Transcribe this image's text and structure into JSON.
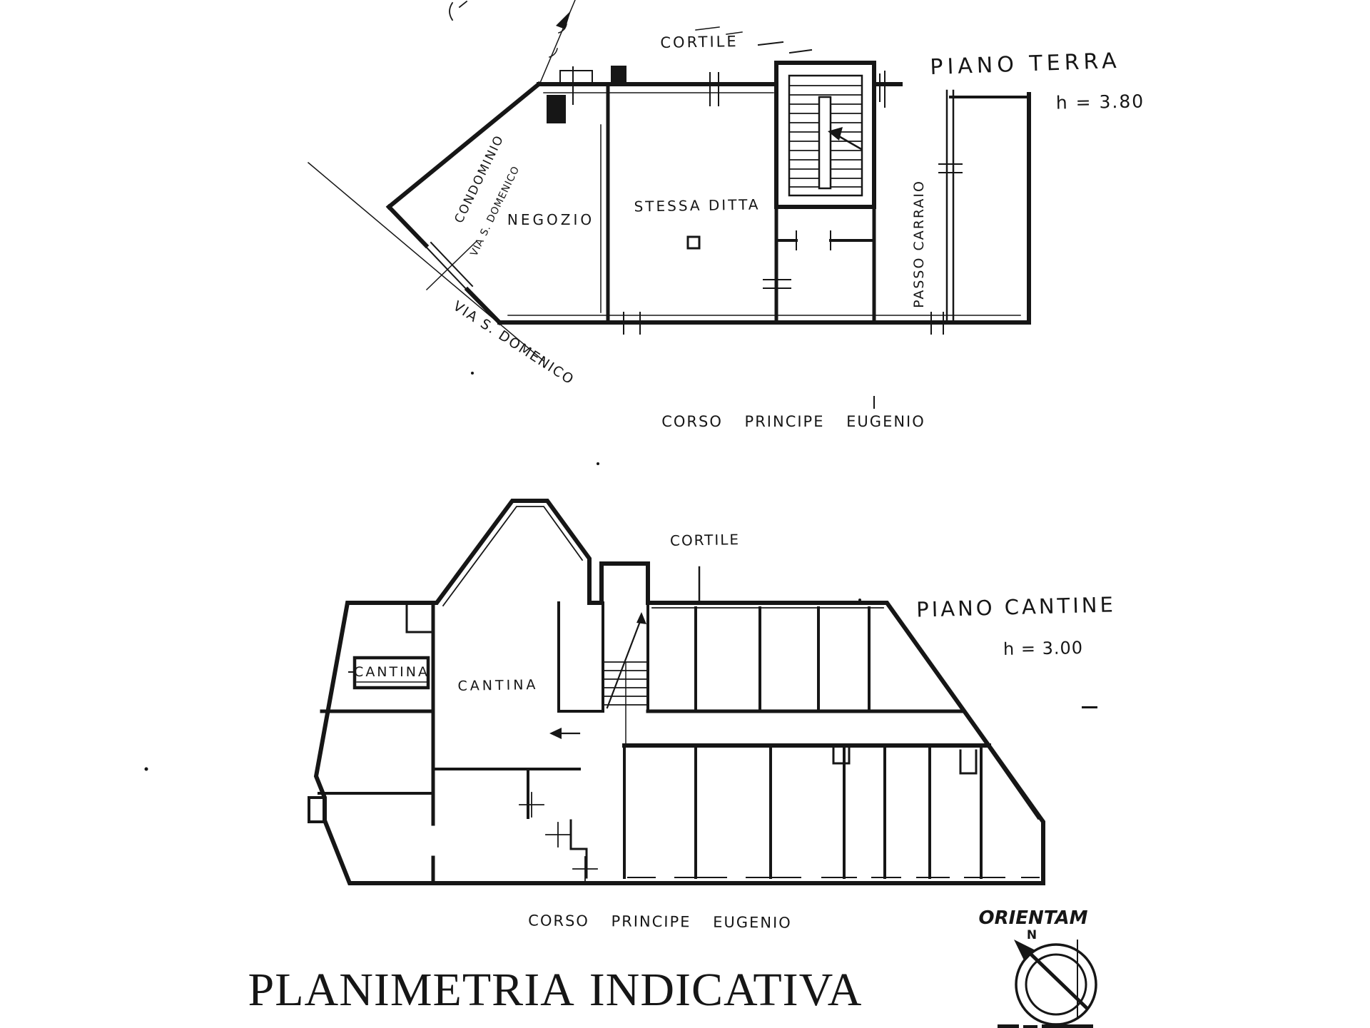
{
  "document": {
    "title": "PLANIMETRIA INDICATIVA",
    "ink_color": "#161616",
    "paper_color": "#ffffff"
  },
  "plans": {
    "terra": {
      "name": "PIANO TERRA",
      "height_note": "h = 3.80",
      "courtyard": "CORTILE",
      "shop": "NEGOZIO",
      "same_firm": "STESSA DITTA",
      "driveway": "PASSO CARRAIO",
      "condo": "CONDOMINIO",
      "condo_street": "VIA S. DOMENICO",
      "street_side": "VIA S. DOMENICO",
      "street_front": "CORSO PRINCIPE EUGENIO"
    },
    "cantine": {
      "name": "PIANO CANTINE",
      "height_note": "h = 3.00",
      "courtyard": "CORTILE",
      "cellar_boxed": "CANTINA",
      "cellar": "CANTINA",
      "street_front": "CORSO PRINCIPE EUGENIO"
    }
  },
  "compass": {
    "label": "ORIENTAM",
    "north": "N"
  }
}
